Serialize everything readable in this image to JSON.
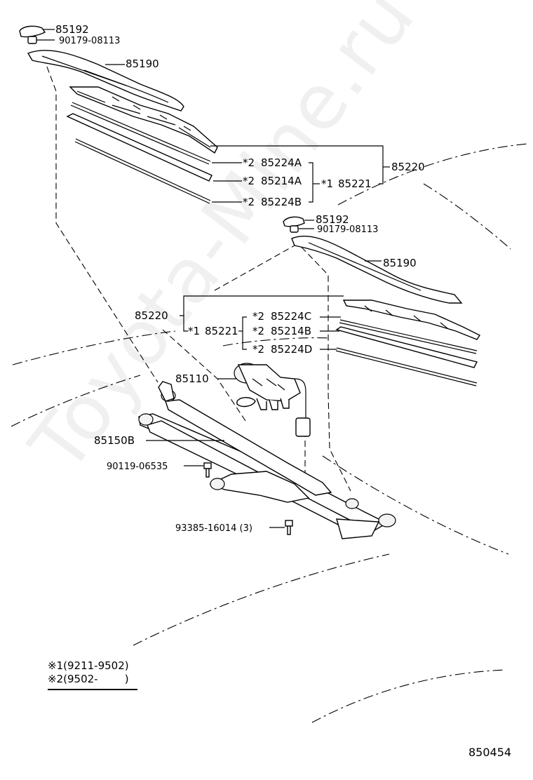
{
  "watermark": "Toyota-Mine.ru",
  "labels": {
    "cap_upper": "85192",
    "nut_upper": "90179-08113",
    "arm_upper": "85190",
    "blade_asm_right": "85220",
    "insert_85224A": "85224A",
    "insert_85214A": "85214A",
    "insert_85224B": "85224B",
    "rubber_85221_upper": "85221",
    "cap_lower": "85192",
    "nut_lower": "90179-08113",
    "arm_lower": "85190",
    "blade_asm_left": "85220",
    "rubber_85221_lower": "85221",
    "insert_85224C": "85224C",
    "insert_85214B": "85214B",
    "insert_85224D": "85224D",
    "motor": "85110",
    "link": "85150B",
    "bolt_1": "90119-06535",
    "bolt_2": "93385-16014 (3)"
  },
  "marks": {
    "note1": "*1",
    "note2": "*2"
  },
  "legend": {
    "line1_mark": "※1",
    "line1_text": "(9211-9502)",
    "line2_mark": "※2",
    "line2_text": "(9502-        )"
  },
  "doc_number": "850454"
}
